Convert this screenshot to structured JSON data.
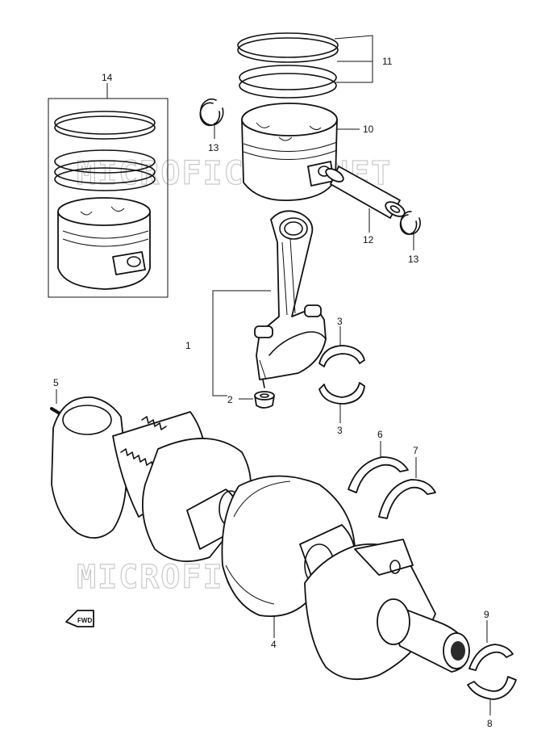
{
  "watermark": "MICROFICHES.NET",
  "fwd": "FWD",
  "callouts": {
    "c1": "1",
    "c2": "2",
    "c3a": "3",
    "c3b": "3",
    "c4": "4",
    "c5": "5",
    "c6": "6",
    "c7": "7",
    "c8": "8",
    "c9": "9",
    "c10": "10",
    "c11": "11",
    "c12": "12",
    "c13a": "13",
    "c13b": "13",
    "c14": "14"
  }
}
